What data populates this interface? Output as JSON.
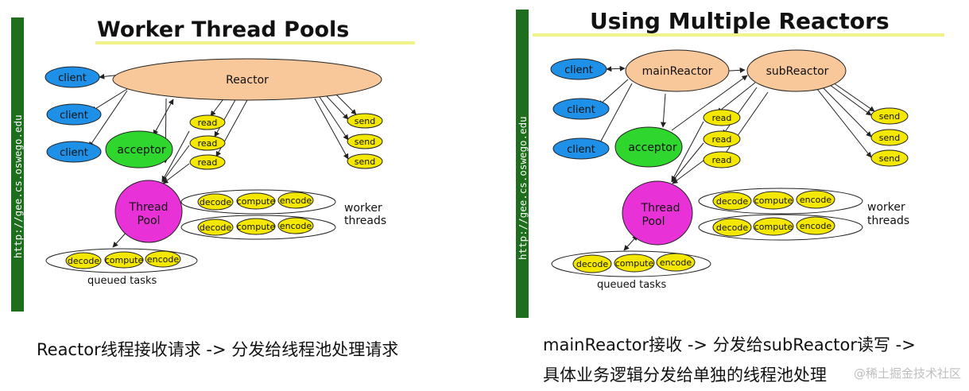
{
  "colors": {
    "client": "#1e90e8",
    "reactor": "#f9c89a",
    "acceptor": "#2ed62e",
    "threadPool": "#e832d8",
    "task": "#f4e800",
    "stripe": "#1e6e1e",
    "titleLine": "#f2f28a",
    "arrow": "#222222"
  },
  "left": {
    "title": "Worker Thread Pools",
    "url": "http://gee.cs.oswego.edu",
    "clients": [
      "client",
      "client",
      "client"
    ],
    "reactor": "Reactor",
    "acceptor": "acceptor",
    "reads": [
      "read",
      "read",
      "read"
    ],
    "sends": [
      "send",
      "send",
      "send"
    ],
    "threadPool": [
      "Thread",
      "Pool"
    ],
    "workerRows": [
      [
        "decode",
        "compute",
        "encode"
      ],
      [
        "decode",
        "compute",
        "encode"
      ]
    ],
    "workerLabel": [
      "worker",
      "threads"
    ],
    "queuedRow": [
      "decode",
      "compute",
      "encode"
    ],
    "queuedLabel": "queued tasks",
    "caption": "Reactor线程接收请求 -> 分发给线程池处理请求"
  },
  "right": {
    "title": "Using Multiple Reactors",
    "url": "http://gee.cs.oswego.edu",
    "clients": [
      "client",
      "client",
      "client"
    ],
    "mainReactor": "mainReactor",
    "subReactor": "subReactor",
    "acceptor": "acceptor",
    "reads": [
      "read",
      "read",
      "read"
    ],
    "sends": [
      "send",
      "send",
      "send"
    ],
    "threadPool": [
      "Thread",
      "Pool"
    ],
    "workerRows": [
      [
        "decode",
        "compute",
        "encode"
      ],
      [
        "decode",
        "compute",
        "encode"
      ]
    ],
    "workerLabel": [
      "worker",
      "threads"
    ],
    "queuedRow": [
      "decode",
      "compute",
      "encode"
    ],
    "queuedLabel": "queued tasks",
    "caption": [
      "mainReactor接收 -> 分发给subReactor读写 ->",
      "具体业务逻辑分发给单独的线程池处理"
    ]
  },
  "watermark": "@稀土掘金技术社区"
}
